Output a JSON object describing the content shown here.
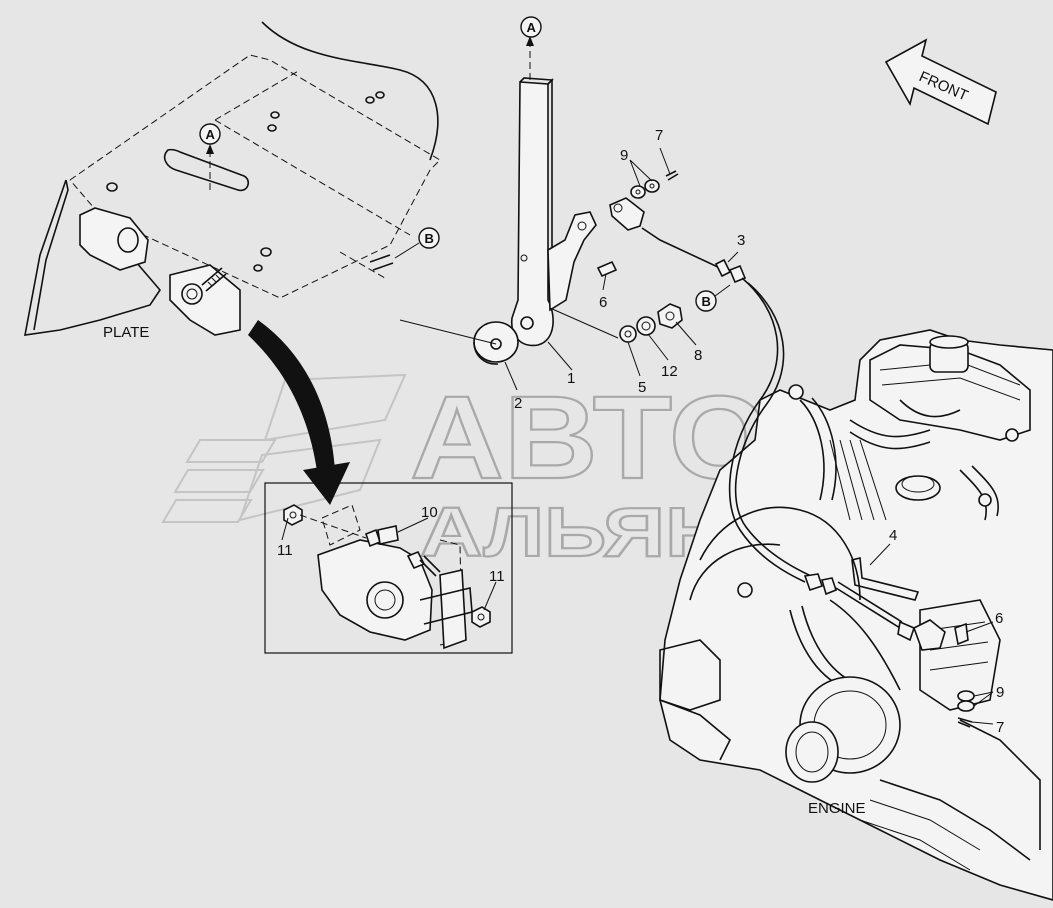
{
  "labels": {
    "plate": "PLATE",
    "engine": "ENGINE",
    "front": "FRONT"
  },
  "callouts": {
    "a": "A",
    "b": "B"
  },
  "part_numbers": {
    "p1": "1",
    "p2": "2",
    "p3": "3",
    "p4": "4",
    "p5": "5",
    "p6": "6",
    "p7": "7",
    "p8": "8",
    "p9": "9",
    "p10": "10",
    "p11": "11",
    "p12": "12"
  },
  "watermark": {
    "line1": "АВТО",
    "line2": "АЛЬЯНС"
  }
}
